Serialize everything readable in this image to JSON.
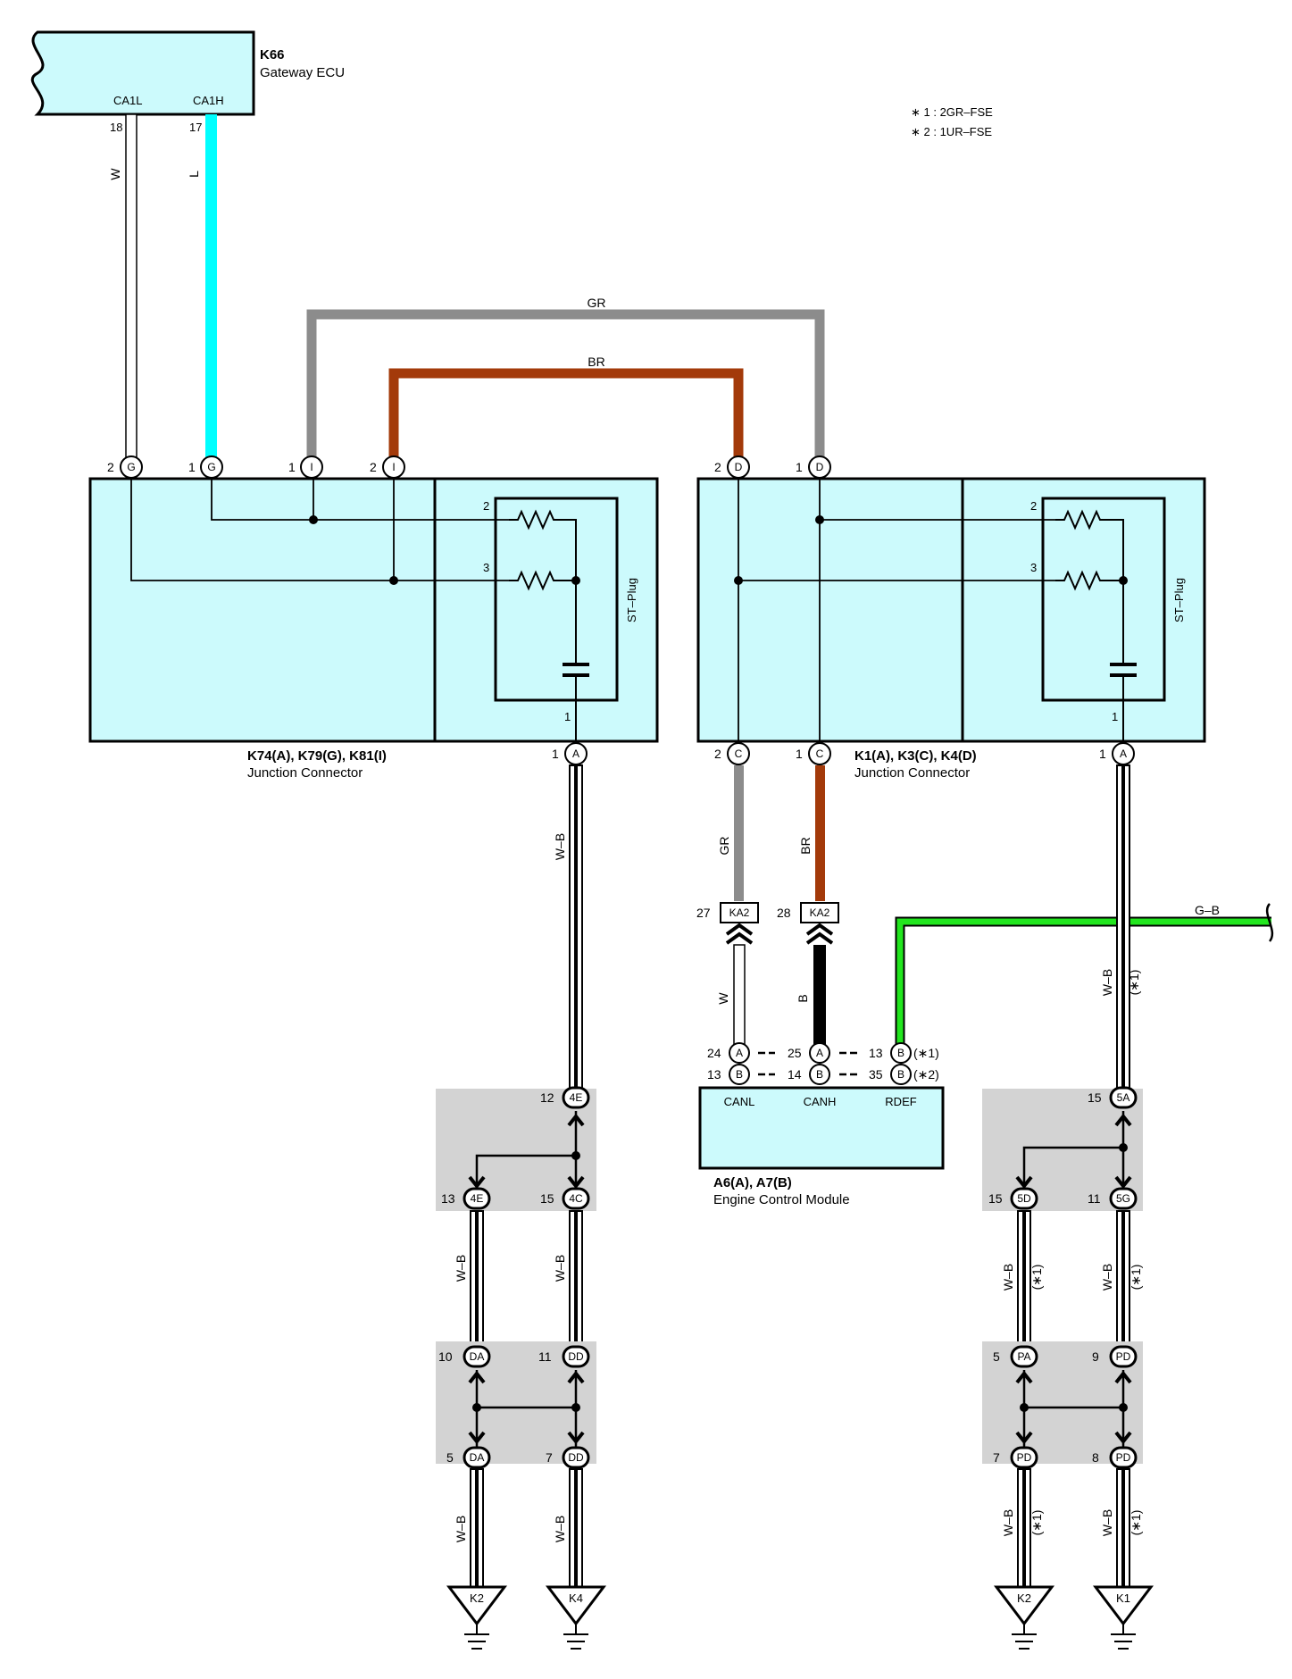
{
  "notes": [
    "∗ 1 : 2GR–FSE",
    "∗ 2 : 1UR–FSE"
  ],
  "gateway": {
    "code": "K66",
    "name": "Gateway ECU",
    "pin_left": "CA1L",
    "pin_right": "CA1H",
    "num_left": "18",
    "num_right": "17"
  },
  "wire_colors": {
    "W": "W",
    "L": "L",
    "GR": "GR",
    "BR": "BR",
    "B": "B",
    "WB": "W–B",
    "GB": "G–B",
    "star1": "(∗1)"
  },
  "jc_left": {
    "title": "K74(A), K79(G), K81(I)",
    "subtitle": "Junction Connector",
    "st_plug": "ST–Plug",
    "top_pins": [
      {
        "num": "2",
        "tag": "G"
      },
      {
        "num": "1",
        "tag": "G"
      },
      {
        "num": "1",
        "tag": "I"
      },
      {
        "num": "2",
        "tag": "I"
      }
    ],
    "bottom_pin": {
      "num": "1",
      "tag": "A"
    },
    "inner": [
      "2",
      "3",
      "1"
    ]
  },
  "jc_right": {
    "title": "K1(A), K3(C), K4(D)",
    "subtitle": "Junction Connector",
    "st_plug": "ST–Plug",
    "top_pins": [
      {
        "num": "2",
        "tag": "D"
      },
      {
        "num": "1",
        "tag": "D"
      }
    ],
    "bottom_pins": [
      {
        "num": "2",
        "tag": "C"
      },
      {
        "num": "1",
        "tag": "C"
      },
      {
        "num": "1",
        "tag": "A"
      }
    ],
    "inner": [
      "2",
      "3",
      "1"
    ]
  },
  "ka2": [
    {
      "num": "27",
      "tag": "KA2"
    },
    {
      "num": "28",
      "tag": "KA2"
    }
  ],
  "ecm": {
    "title": "A6(A), A7(B)",
    "subtitle": "Engine Control Module",
    "pins": [
      "CANL",
      "CANH",
      "RDEF"
    ],
    "row1": [
      {
        "num": "24",
        "tag": "A"
      },
      {
        "num": "25",
        "tag": "A"
      },
      {
        "num": "13",
        "tag": "B",
        "note": "(∗1)"
      }
    ],
    "row2": [
      {
        "num": "13",
        "tag": "B"
      },
      {
        "num": "14",
        "tag": "B"
      },
      {
        "num": "35",
        "tag": "B",
        "note": "(∗2)"
      }
    ]
  },
  "left_chain": {
    "j1": {
      "num": "12",
      "tag": "4E"
    },
    "j2": [
      {
        "num": "13",
        "tag": "4E"
      },
      {
        "num": "15",
        "tag": "4C"
      }
    ],
    "j3": [
      {
        "num": "10",
        "tag": "DA"
      },
      {
        "num": "11",
        "tag": "DD"
      }
    ],
    "j4": [
      {
        "num": "5",
        "tag": "DA"
      },
      {
        "num": "7",
        "tag": "DD"
      }
    ],
    "grounds": [
      "K2",
      "K4"
    ]
  },
  "right_chain": {
    "j1": {
      "num": "15",
      "tag": "5A"
    },
    "j2": [
      {
        "num": "15",
        "tag": "5D"
      },
      {
        "num": "11",
        "tag": "5G"
      }
    ],
    "j3": [
      {
        "num": "5",
        "tag": "PA"
      },
      {
        "num": "9",
        "tag": "PD"
      }
    ],
    "j4": [
      {
        "num": "7",
        "tag": "PD"
      },
      {
        "num": "8",
        "tag": "PD"
      }
    ],
    "grounds": [
      "K2",
      "K1"
    ]
  },
  "colors": {
    "box_fill": "#ccfafc",
    "junction_fill": "#d3d3d3",
    "wire_L": "#00ffff",
    "wire_GR": "#8c8c8c",
    "wire_BR": "#a33a0a",
    "wire_GB": "#22e61e"
  }
}
